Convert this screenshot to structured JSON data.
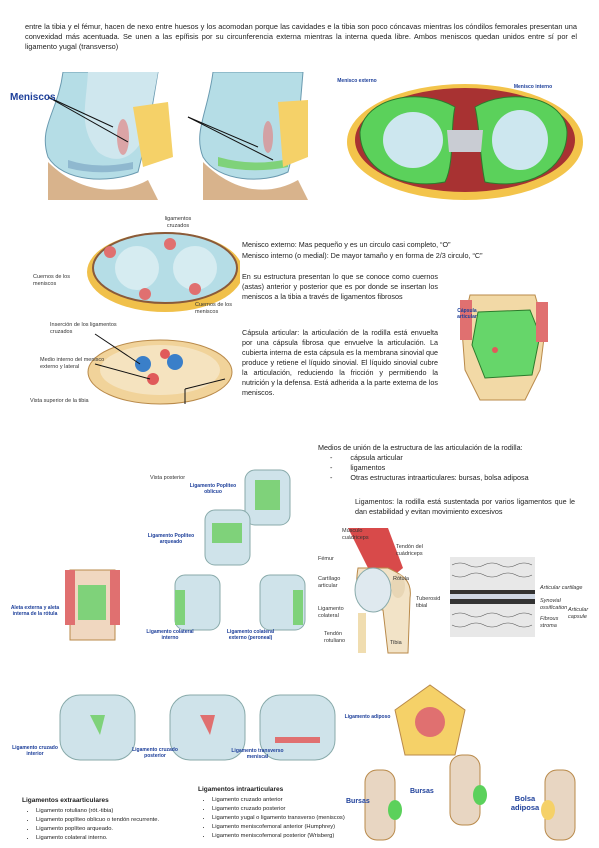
{
  "intro_text": "entre la tibia y el fémur, hacen de nexo entre huesos y los acomodan porque las cavidades e la tibia son poco cóncavas mientras los cóndilos femorales presentan una convexidad más acentuada. Se unen a las epífisis por su circunferencia externa mientras la interna queda libre. Ambos meniscos quedan unidos entre sí por el ligamento yugal (transverso)",
  "fig1": {
    "title": "Meniscos"
  },
  "fig2": {
    "label_externo": "Menisco externo",
    "label_interno": "Menisco interno"
  },
  "fig3": {
    "ligamentos_cruzados": "ligamentos cruzados",
    "cuernos": "Cuernos de los meniscos",
    "cuernos_right": "Cuernos de los meniscos",
    "insercion": "Inserción de los ligamentos cruzados",
    "medio_interno": "Medio interno del menisco externo y lateral",
    "vista_superior": "Vista superior de la tibia"
  },
  "menisco_desc": {
    "externo": "Menisco externo: Mas pequeño y es un circulo casi completo, “O”",
    "interno": "Menisco interno (o medial): De mayor tamaño y en forma de 2/3 circulo, “C”",
    "estructura": "En su estructura presentan lo que se conoce como cuernos (astas) anterior y posterior que es por donde se insertan los meniscos a la tibia a través de ligamentos fibrosos",
    "capsula": "Cápsula articular: la articulación de la rodilla está envuelta por una cápsula fibrosa que envuelve la articulación. La cubierta interna de esta cápsula es la membrana sinovial que produce y retiene el líquido sinovial. El líquido sinovial cubre la articulación, reduciendo la fricción y permitiendo la nutrición y la defensa. Está adherida a la parte externa de los meniscos."
  },
  "fig_capsula": {
    "label": "Cápsula articular"
  },
  "medios": {
    "heading": "Medios de unión de la estructura de las articulación de la rodilla:",
    "items": [
      "cápsula articular",
      "ligamentos",
      "Otras estructuras intraarticulares: bursas, bolsa adiposa"
    ],
    "ligamentos_text": "Ligamentos: la rodilla está sustentada por varios ligamentos que le dan estabilidad y evitan movimiento excesivos"
  },
  "ligs_fig": {
    "vista_posterior": "Vista posterior",
    "popliteo_oblicuo": "Ligamento Popliteo oblicuo",
    "popliteo_arqueado": "Ligamento Popliteo arqueado",
    "aletas": "Aleta externa y aleta interna de la rótula",
    "colateral_interno": "Ligamento colateral interno",
    "colateral_externo": "Ligamento colateral externo (peroneal)"
  },
  "lateral_fig": {
    "musculo": "Músculo cuádriceps",
    "tendon_cuad": "Tendón del cuádriceps",
    "femur": "Fémur",
    "rotula": "Rótula",
    "cartilago": "Cartílago articular",
    "lig_colateral": "Ligamento colateral",
    "tuberosidad": "Tuberosidad tibial",
    "tendon_rotuliano": "Tendón rotuliano",
    "tibia": "Tibia"
  },
  "histo": {
    "art_cartilage": "Articular cartilage",
    "synovial": "Synovial ossification",
    "fibrous": "Fibrous stroma",
    "articular": "Articular capsule"
  },
  "bottom_figs": {
    "cruzado_interior": "Ligamento cruzado interior",
    "cruzado_posterior": "Ligamento cruzado posterior",
    "transverso": "Ligamento transverso meniscal",
    "adiposo": "Ligamento adiposo",
    "bursas": "Bursas",
    "bursas2": "Bursas",
    "bolsa": "Bolsa adiposa"
  },
  "extra": {
    "heading": "Ligamentos extraarticulares",
    "items": [
      "Ligamento rotuliano (rót.-tibia)",
      "Ligamento poplíteo oblicuo o tendón recurrente.",
      "Ligamento poplíteo arqueado.",
      "Ligamento colateral interno."
    ]
  },
  "intra": {
    "heading": "Ligamentos intraarticulares",
    "items": [
      "Ligamento cruzado anterior",
      "Ligamento cruzado posterior",
      "Ligamento yugal o ligamento transverso (meniscos)",
      "Ligamento meniscofemoral anterior (Humphrey)",
      "Ligamento meniscofemoral posterior (Wrisberg)"
    ]
  }
}
